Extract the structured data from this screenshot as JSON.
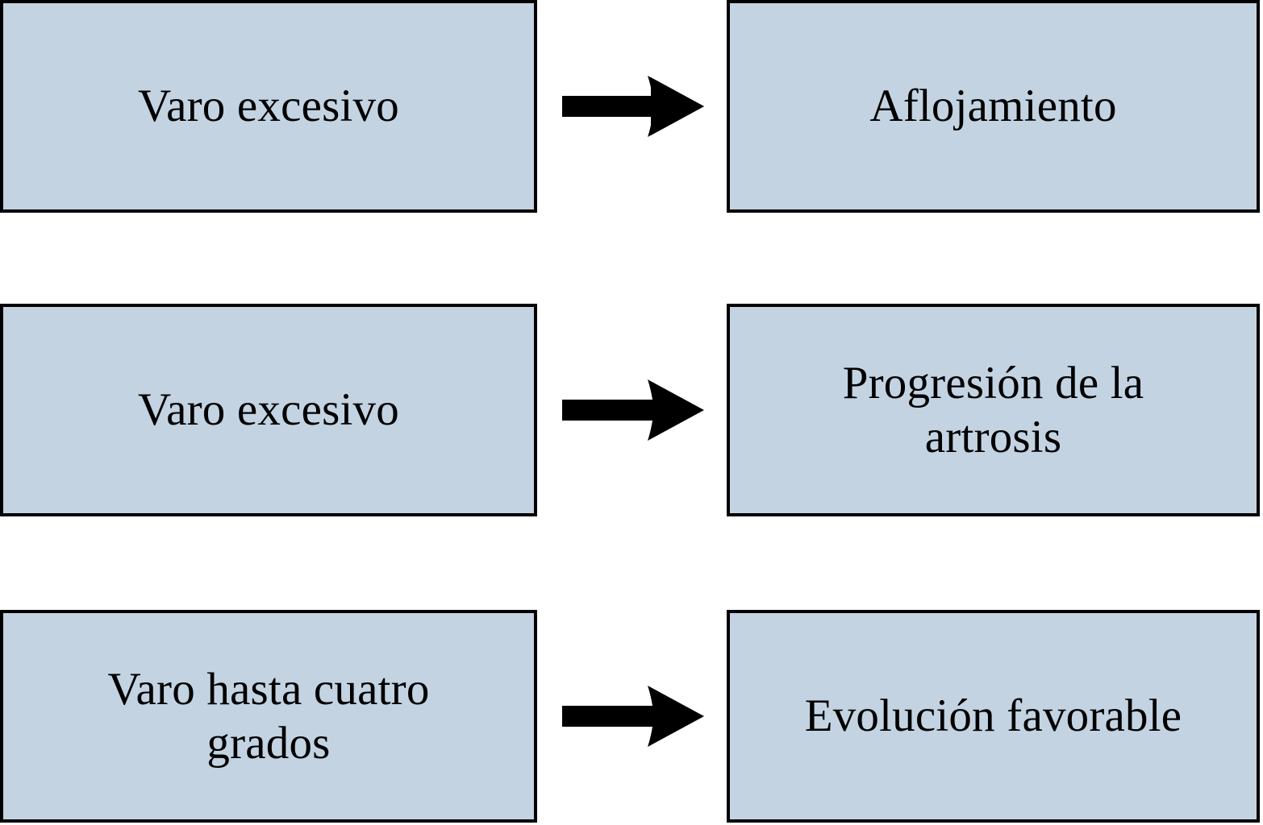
{
  "diagram": {
    "type": "flowchart",
    "orientation": "left-to-right",
    "background_color": "#ffffff",
    "node_fill_color": "#c3d3e2",
    "node_border_color": "#000000",
    "arrow_color": "#000000",
    "text_color": "#000000",
    "rows": [
      {
        "source": "Varo excesivo",
        "connector": "arrow-right",
        "target": "Aflojamiento"
      },
      {
        "source": "Varo excesivo",
        "connector": "arrow-right",
        "target": "Progresión de la\nartrosis"
      },
      {
        "source": "Varo hasta cuatro\ngrados",
        "connector": "arrow-right",
        "target": "Evolución favorable"
      }
    ]
  }
}
